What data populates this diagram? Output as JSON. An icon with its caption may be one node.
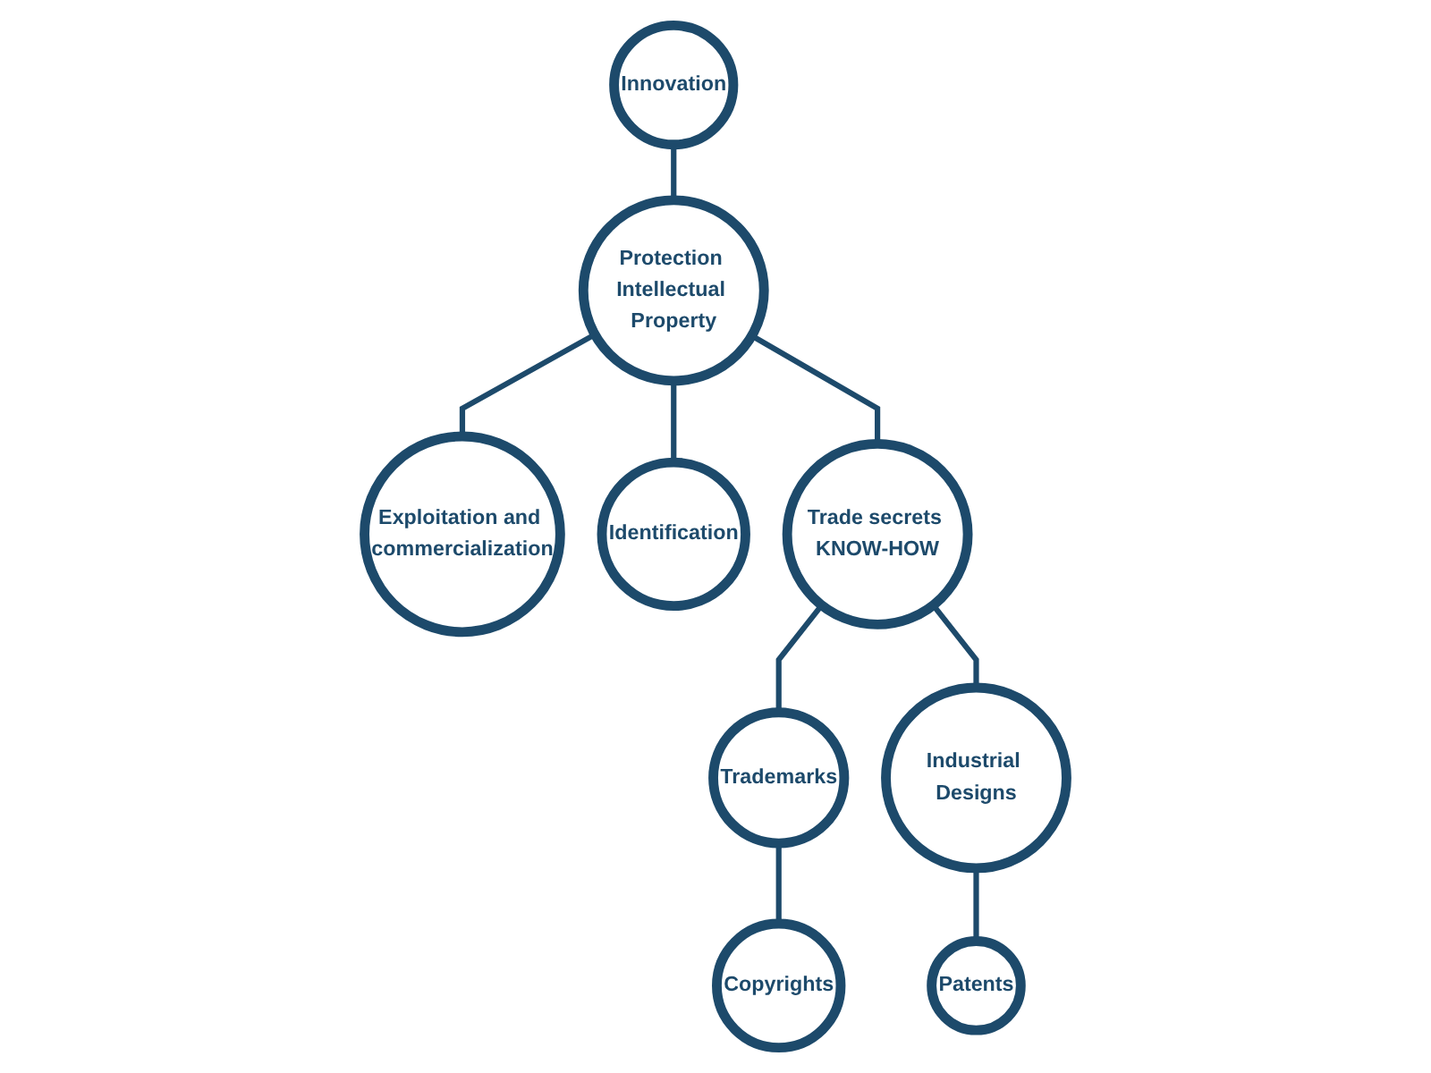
{
  "diagram": {
    "nodes": [
      {
        "text": [
          "Innovation"
        ]
      },
      {
        "text": [
          "Exploitation and commercialization"
        ]
      },
      {
        "text": [
          "Protection Intellectual Property"
        ]
      },
      {
        "text": [
          "Identification"
        ]
      },
      {
        "text": [
          "Copyrights"
        ]
      },
      {
        "text": [
          "Trademarks"
        ]
      },
      {
        "text": [
          "Trade secrets KNOW-HOW"
        ]
      },
      {
        "text": [
          "Industrial Designs"
        ]
      },
      {
        "text": [
          "Patents"
        ]
      }
    ],
    "edges": [
      {
        "from": 0,
        "to": 2,
        "arrow": "none"
      },
      {
        "from": 2,
        "to": 1,
        "arrow": "none"
      },
      {
        "from": 2,
        "to": 6,
        "arrow": "none"
      },
      {
        "from": 2,
        "to": 3,
        "arrow": "none"
      },
      {
        "from": 6,
        "to": 5,
        "arrow": "none"
      },
      {
        "from": 5,
        "to": 4,
        "arrow": "none"
      },
      {
        "from": 6,
        "to": 7,
        "arrow": "none"
      },
      {
        "from": 7,
        "to": 8,
        "arrow": "none"
      }
    ]
  }
}
